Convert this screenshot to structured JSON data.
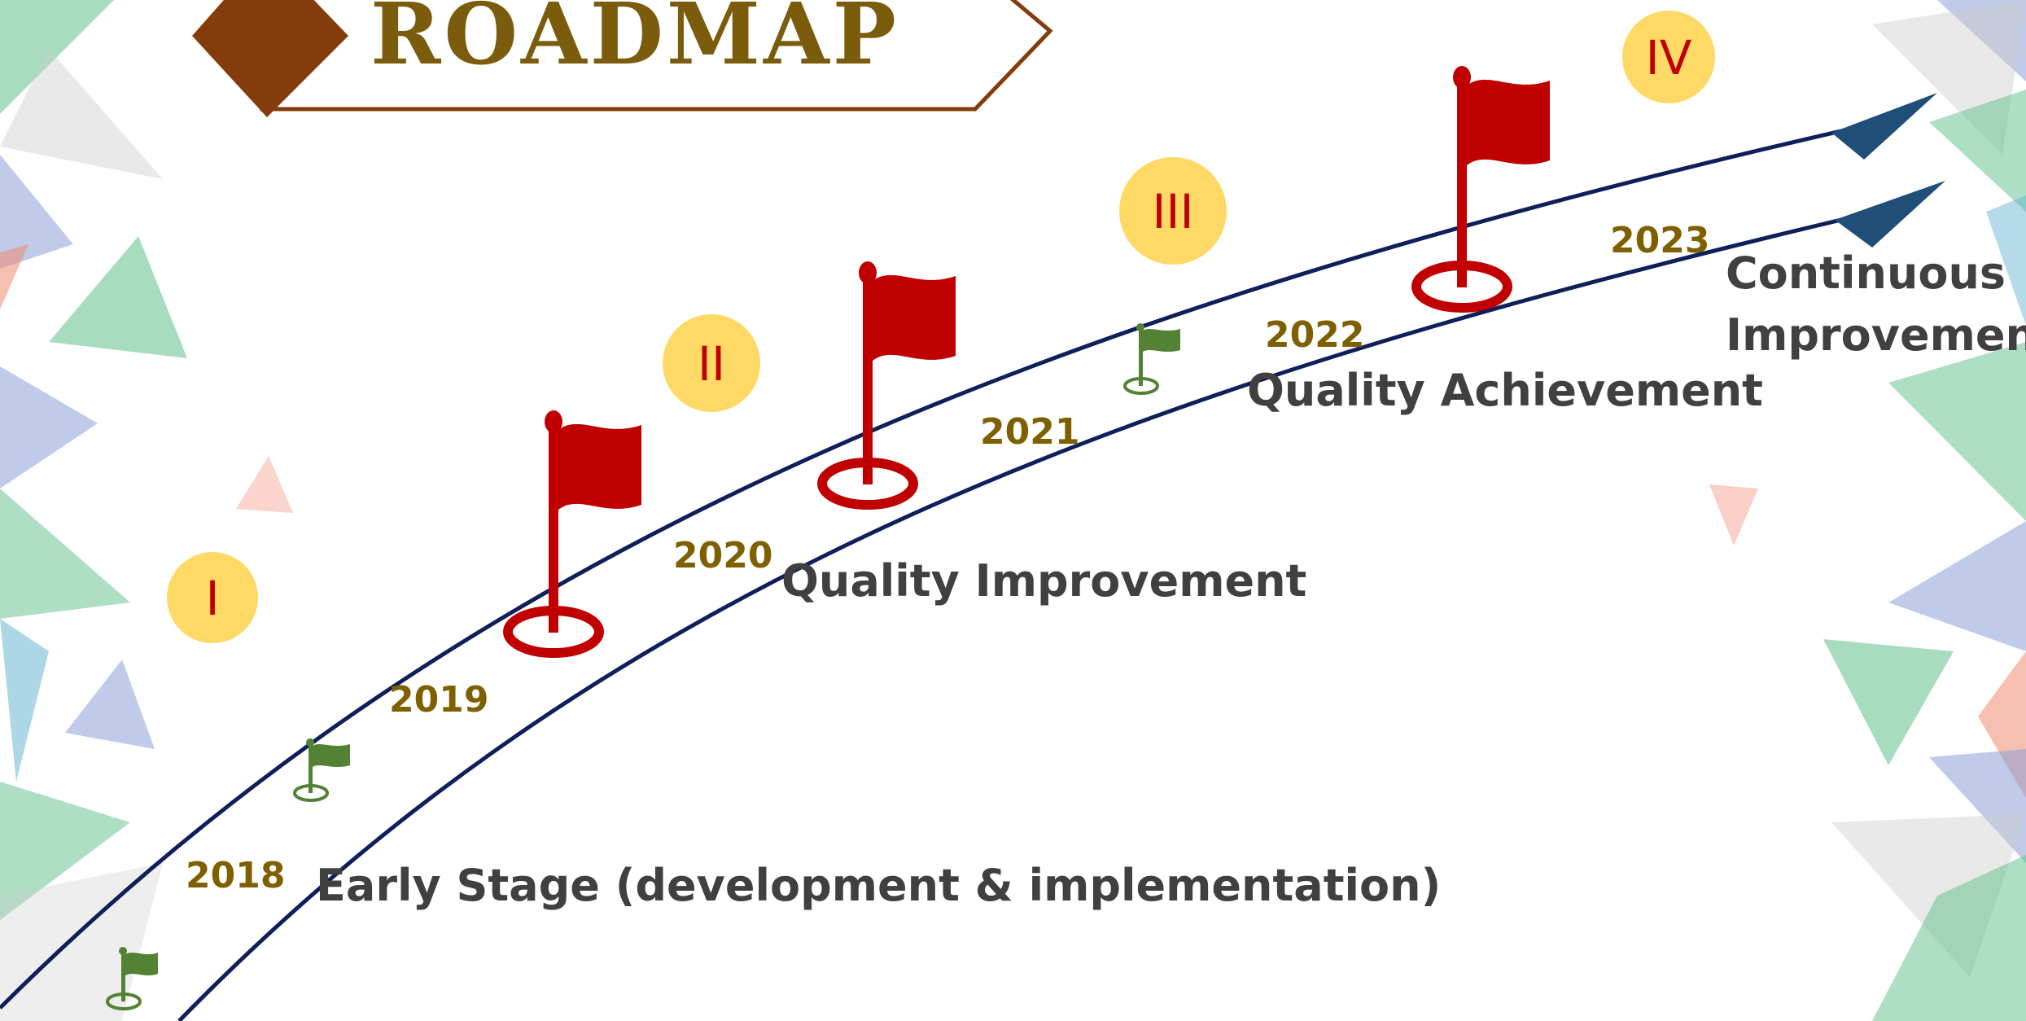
{
  "title": "ROADMAP",
  "colors": {
    "title_text": "#7a5c0c",
    "title_frame": "#843c0c",
    "road_line": "#0e1f5a",
    "arrow": "#1f4e79",
    "milestone_flag": "#c00000",
    "minor_flag": "#548235",
    "roman_circle": "#ffd966",
    "roman_text": "#c00000",
    "year_text": "#7f6000",
    "stage_text": "#404040"
  },
  "phases": [
    {
      "numeral": "I"
    },
    {
      "numeral": "II"
    },
    {
      "numeral": "III"
    },
    {
      "numeral": "IV"
    }
  ],
  "years": [
    "2018",
    "2019",
    "2020",
    "2021",
    "2022",
    "2023"
  ],
  "stages": [
    {
      "label": "Early Stage (development & implementation)"
    },
    {
      "label": "Quality Improvement"
    },
    {
      "label": "Quality Achievement"
    },
    {
      "label_line1": "Continuous",
      "label_line2": "Improvement"
    }
  ],
  "flags": {
    "milestone": {
      "icon": "red-flag-icon",
      "count": 3
    },
    "minor": {
      "icon": "green-flag-icon",
      "count": 3
    }
  }
}
